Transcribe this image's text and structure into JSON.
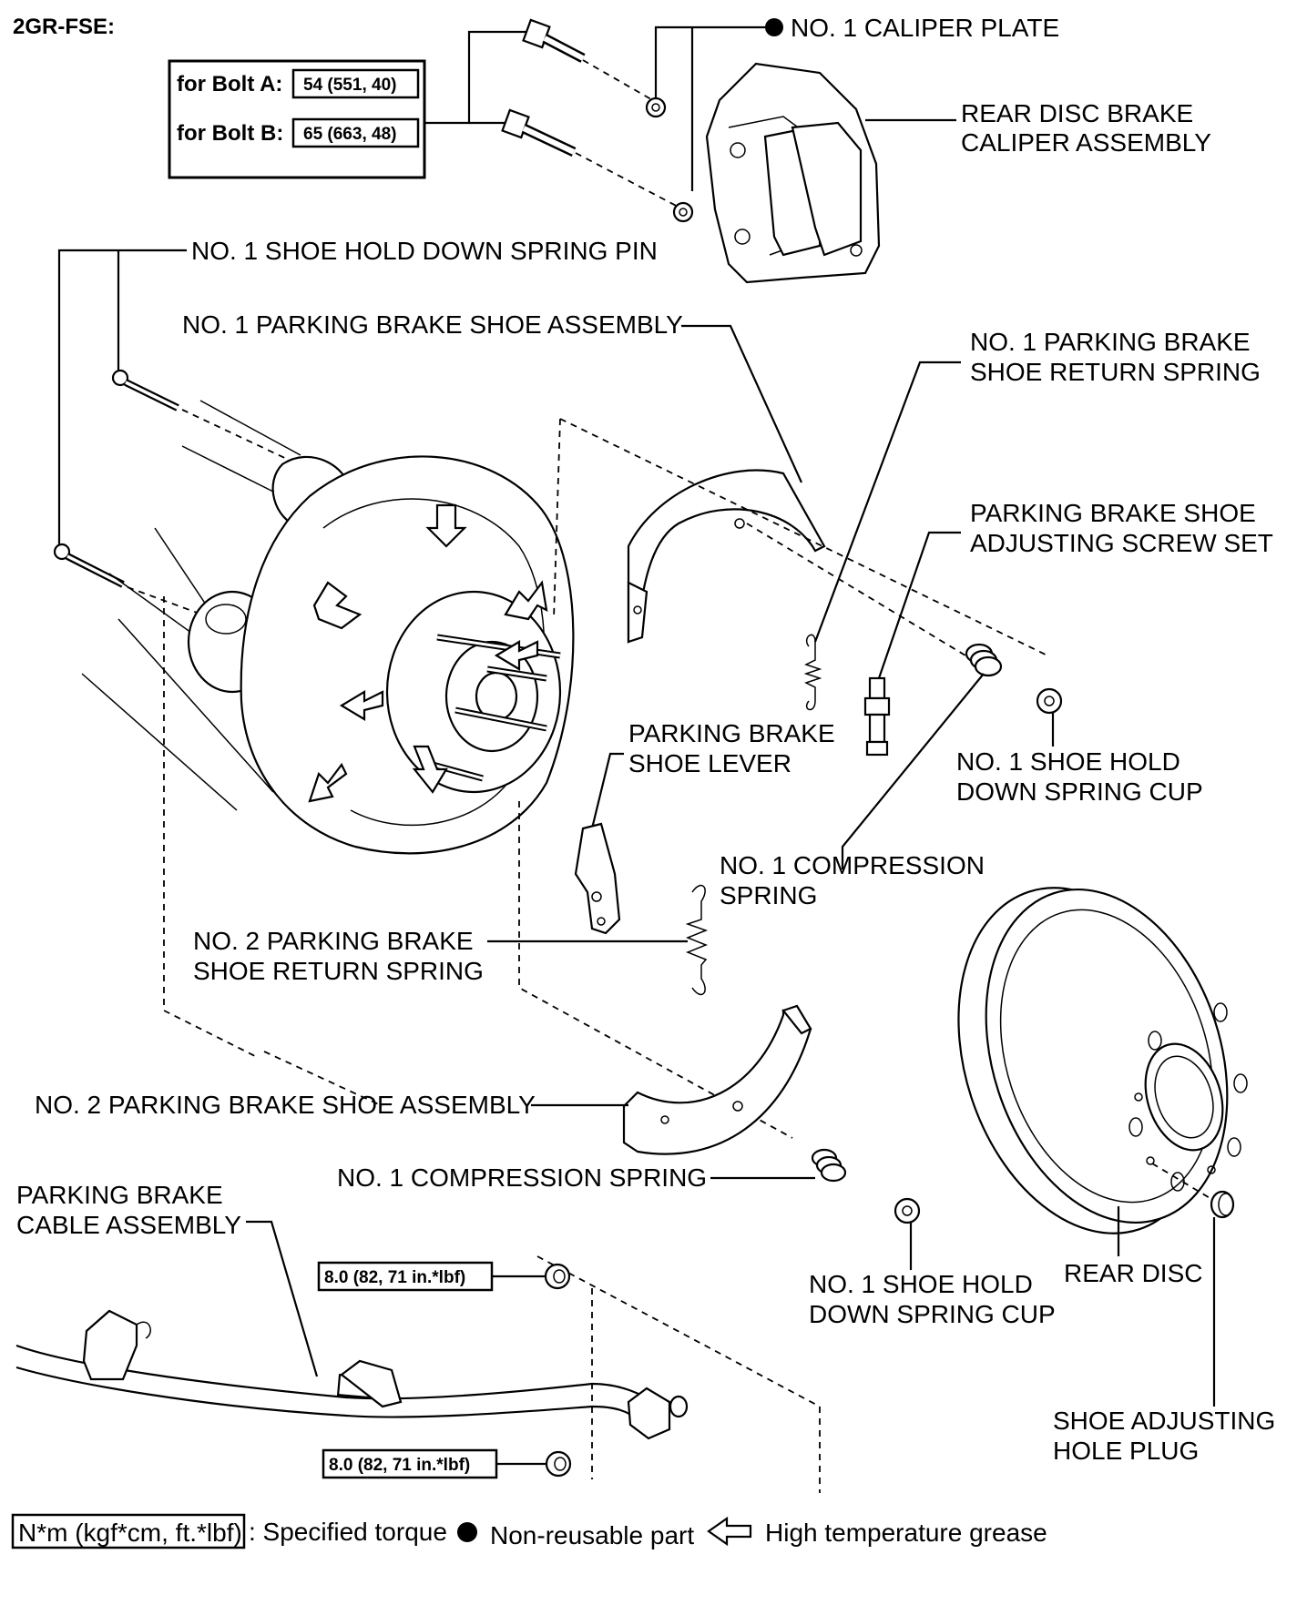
{
  "engine_label": "2GR-FSE:",
  "bolt_table": {
    "bolt_a_label": "for Bolt A:",
    "bolt_a_torque": "54 (551, 40)",
    "bolt_b_label": "for Bolt B:",
    "bolt_b_torque": "65 (663, 48)"
  },
  "callouts": {
    "caliper_plate": "NO. 1 CALIPER PLATE",
    "caliper_assembly_1": "REAR DISC BRAKE",
    "caliper_assembly_2": "CALIPER ASSEMBLY",
    "spring_pin": "NO. 1 SHOE HOLD DOWN SPRING PIN",
    "shoe_assembly_1": "NO. 1 PARKING BRAKE SHOE ASSEMBLY",
    "return_spring_1_a": "NO. 1 PARKING BRAKE",
    "return_spring_1_b": "SHOE RETURN SPRING",
    "adjusting_screw_a": "PARKING BRAKE SHOE",
    "adjusting_screw_b": "ADJUSTING SCREW SET",
    "shoe_lever_a": "PARKING BRAKE",
    "shoe_lever_b": "SHOE LEVER",
    "cup_upper_a": "NO. 1 SHOE HOLD",
    "cup_upper_b": "DOWN SPRING CUP",
    "compression_upper_a": "NO. 1 COMPRESSION",
    "compression_upper_b": "SPRING",
    "return_spring_2_a": "NO.  2 PARKING BRAKE",
    "return_spring_2_b": "SHOE RETURN SPRING",
    "shoe_assembly_2": "NO. 2 PARKING BRAKE SHOE ASSEMBLY",
    "compression_lower": "NO. 1 COMPRESSION SPRING",
    "cable_a": "PARKING BRAKE",
    "cable_b": "CABLE ASSEMBLY",
    "cup_lower_a": "NO. 1 SHOE HOLD",
    "cup_lower_b": "DOWN SPRING CUP",
    "rear_disc": "REAR DISC",
    "hole_plug_a": "SHOE ADJUSTING",
    "hole_plug_b": "HOLE PLUG"
  },
  "cable_torques": {
    "upper": "8.0 (82, 71 in.*lbf)",
    "lower": "8.0 (82, 71 in.*lbf)"
  },
  "legend": {
    "torque_box": "N*m (kgf*cm, ft.*lbf)",
    "torque_text": ": Specified torque",
    "nonreusable_text": "Non-reusable part",
    "grease_text": "High temperature grease"
  }
}
